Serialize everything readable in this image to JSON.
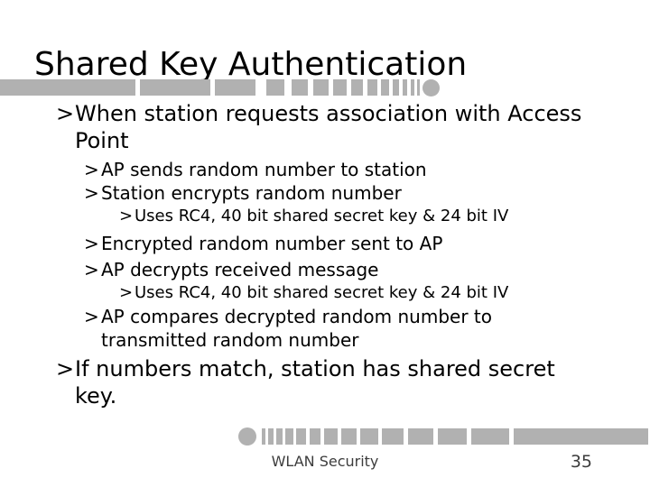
{
  "slide": {
    "title": "Shared Key Authentication",
    "bullet_char": ">",
    "bullets": [
      {
        "level": 1,
        "text": "When station requests association with Access\nPoint"
      },
      {
        "level": 2,
        "text": "AP sends random number to station"
      },
      {
        "level": 2,
        "text": "Station encrypts random number"
      },
      {
        "level": 3,
        "text": "Uses RC4, 40 bit shared secret key & 24 bit IV"
      },
      {
        "level": 2,
        "text": "Encrypted random number sent to AP"
      },
      {
        "level": 2,
        "text": "AP decrypts received message"
      },
      {
        "level": 3,
        "text": "Uses RC4, 40 bit shared secret key & 24 bit IV"
      },
      {
        "level": 2,
        "text": "AP compares decrypted random number to\ntransmitted random number"
      },
      {
        "level": 1,
        "text": "If numbers match, station has shared secret\nkey."
      }
    ],
    "footer": {
      "text": "WLAN Security",
      "page_number": "35"
    },
    "colors": {
      "text": "#000000",
      "accent_bar": "#b1b1b1",
      "footer_text": "#3d3d3d",
      "background": "#ffffff"
    }
  }
}
